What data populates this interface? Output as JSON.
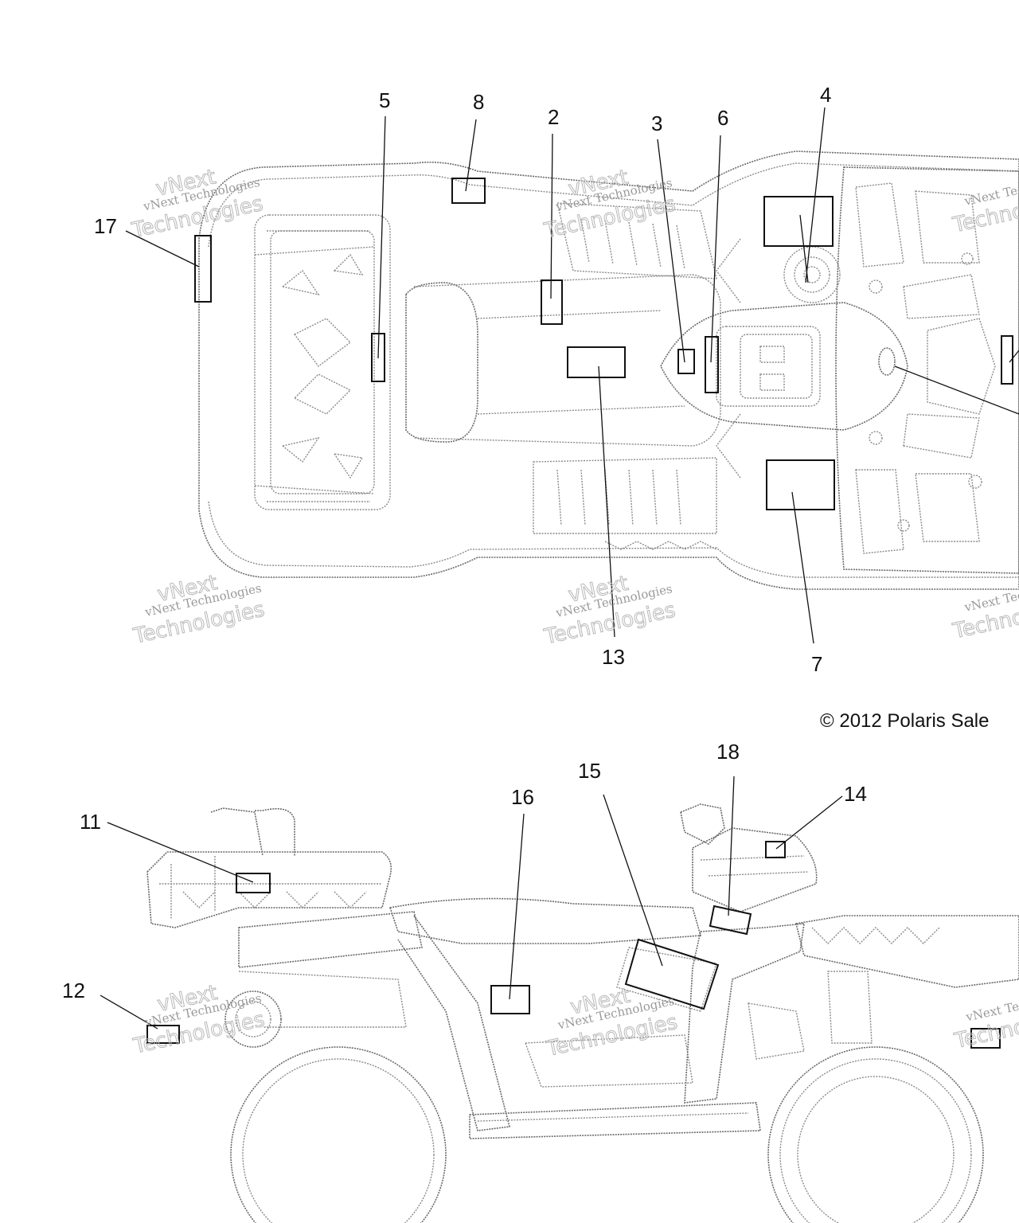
{
  "callouts": [
    {
      "id": "c5",
      "text": "5"
    },
    {
      "id": "c8",
      "text": "8"
    },
    {
      "id": "c2",
      "text": "2"
    },
    {
      "id": "c3",
      "text": "3"
    },
    {
      "id": "c6",
      "text": "6"
    },
    {
      "id": "c4",
      "text": "4"
    },
    {
      "id": "c17",
      "text": "17"
    },
    {
      "id": "c13",
      "text": "13"
    },
    {
      "id": "c7",
      "text": "7"
    },
    {
      "id": "c18",
      "text": "18"
    },
    {
      "id": "c15",
      "text": "15"
    },
    {
      "id": "c16",
      "text": "16"
    },
    {
      "id": "c14",
      "text": "14"
    },
    {
      "id": "c11",
      "text": "11"
    },
    {
      "id": "c12",
      "text": "12"
    }
  ],
  "watermark": {
    "line1": "vNext Technologies",
    "line2": "vNext",
    "line3": "Technologies"
  },
  "copyright": "© 2012 Polaris Sale"
}
